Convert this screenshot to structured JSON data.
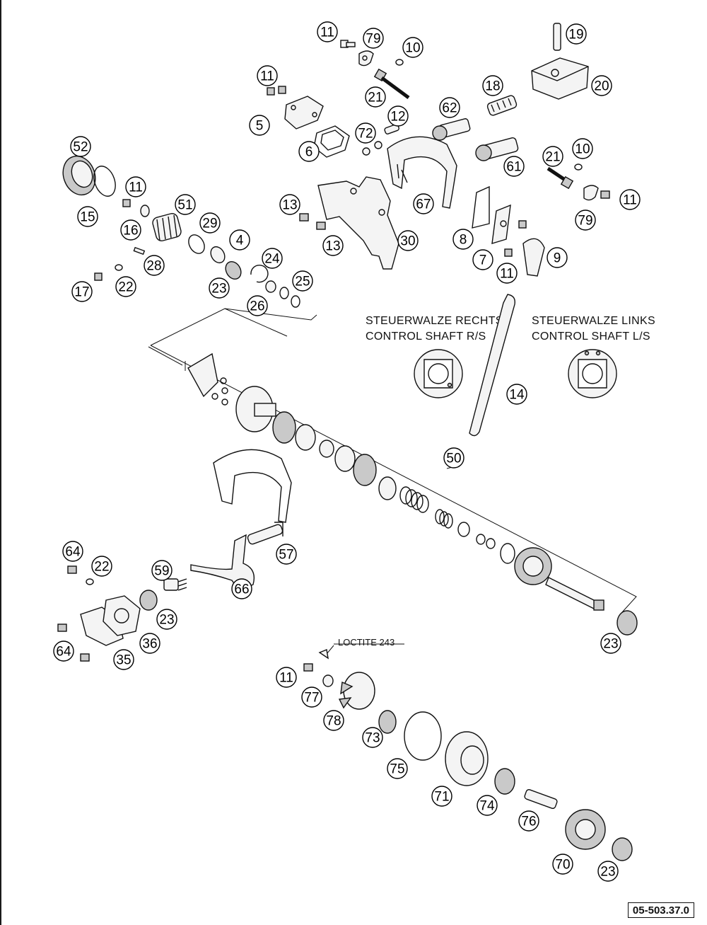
{
  "doc_id": "05-503.37.0",
  "texts": {
    "control_right_de": "STEUERWALZE RECHTS",
    "control_right_en": "CONTROL SHAFT R/S",
    "control_left_de": "STEUERWALZE LINKS",
    "control_left_en": "CONTROL SHAFT L/S",
    "loctite": "LOCTITE 243"
  },
  "callouts": [
    {
      "id": "c1",
      "n": "11"
    },
    {
      "id": "c2",
      "n": "79"
    },
    {
      "id": "c3",
      "n": "10"
    },
    {
      "id": "c4",
      "n": "19"
    },
    {
      "id": "c5",
      "n": "11"
    },
    {
      "id": "c6",
      "n": "21"
    },
    {
      "id": "c7",
      "n": "18"
    },
    {
      "id": "c8",
      "n": "20"
    },
    {
      "id": "c9",
      "n": "5"
    },
    {
      "id": "c10",
      "n": "62"
    },
    {
      "id": "c11",
      "n": "12"
    },
    {
      "id": "c12",
      "n": "72"
    },
    {
      "id": "c13",
      "n": "6"
    },
    {
      "id": "c14",
      "n": "52"
    },
    {
      "id": "c15",
      "n": "21"
    },
    {
      "id": "c16",
      "n": "10"
    },
    {
      "id": "c17",
      "n": "61"
    },
    {
      "id": "c18",
      "n": "11"
    },
    {
      "id": "c19",
      "n": "51"
    },
    {
      "id": "c20",
      "n": "11"
    },
    {
      "id": "c21",
      "n": "15"
    },
    {
      "id": "c22",
      "n": "13"
    },
    {
      "id": "c23",
      "n": "67"
    },
    {
      "id": "c24",
      "n": "79"
    },
    {
      "id": "c25",
      "n": "16"
    },
    {
      "id": "c26",
      "n": "29"
    },
    {
      "id": "c27",
      "n": "13"
    },
    {
      "id": "c28",
      "n": "30"
    },
    {
      "id": "c29",
      "n": "8"
    },
    {
      "id": "c30",
      "n": "4"
    },
    {
      "id": "c31",
      "n": "28"
    },
    {
      "id": "c32",
      "n": "24"
    },
    {
      "id": "c33",
      "n": "7"
    },
    {
      "id": "c34",
      "n": "9"
    },
    {
      "id": "c35",
      "n": "11"
    },
    {
      "id": "c36",
      "n": "17"
    },
    {
      "id": "c37",
      "n": "22"
    },
    {
      "id": "c38",
      "n": "23"
    },
    {
      "id": "c39",
      "n": "25"
    },
    {
      "id": "c40",
      "n": "26"
    },
    {
      "id": "c41",
      "n": "14"
    },
    {
      "id": "c42",
      "n": "50"
    },
    {
      "id": "c43",
      "n": "57"
    },
    {
      "id": "c44",
      "n": "64"
    },
    {
      "id": "c45",
      "n": "22"
    },
    {
      "id": "c46",
      "n": "59"
    },
    {
      "id": "c47",
      "n": "66"
    },
    {
      "id": "c48",
      "n": "23"
    },
    {
      "id": "c49",
      "n": "36"
    },
    {
      "id": "c50",
      "n": "64"
    },
    {
      "id": "c51",
      "n": "35"
    },
    {
      "id": "c52",
      "n": "23"
    },
    {
      "id": "c53",
      "n": "11"
    },
    {
      "id": "c54",
      "n": "77"
    },
    {
      "id": "c55",
      "n": "78"
    },
    {
      "id": "c56",
      "n": "73"
    },
    {
      "id": "c57",
      "n": "75"
    },
    {
      "id": "c58",
      "n": "71"
    },
    {
      "id": "c59",
      "n": "74"
    },
    {
      "id": "c60",
      "n": "76"
    },
    {
      "id": "c61",
      "n": "70"
    },
    {
      "id": "c62",
      "n": "23"
    }
  ]
}
